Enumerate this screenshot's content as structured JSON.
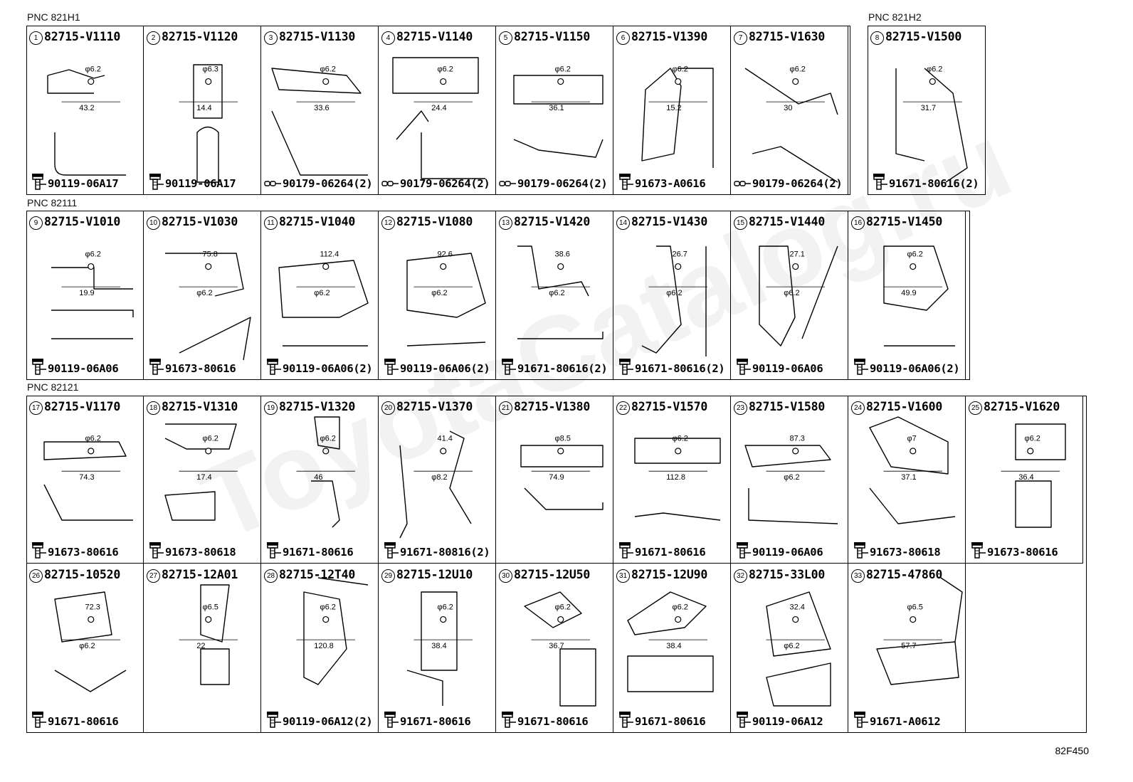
{
  "sections": [
    {
      "label": "PNC 821H1"
    },
    {
      "label": "PNC 821H2"
    },
    {
      "label": "PNC 82111"
    },
    {
      "label": "PNC 82121"
    }
  ],
  "parts": [
    {
      "num": "1",
      "pn": "82715-V1110",
      "fastener": "90119-06A17",
      "ftype": "bolt",
      "dims": [
        "φ6.2",
        "43.2"
      ]
    },
    {
      "num": "2",
      "pn": "82715-V1120",
      "fastener": "90119-06A17",
      "ftype": "bolt",
      "dims": [
        "φ6.3",
        "14.4"
      ]
    },
    {
      "num": "3",
      "pn": "82715-V1130",
      "fastener": "90179-06264(2)",
      "ftype": "nut",
      "dims": [
        "φ6.2",
        "33.6"
      ]
    },
    {
      "num": "4",
      "pn": "82715-V1140",
      "fastener": "90179-06264(2)",
      "ftype": "nut",
      "dims": [
        "φ6.2",
        "24.4"
      ]
    },
    {
      "num": "5",
      "pn": "82715-V1150",
      "fastener": "90179-06264(2)",
      "ftype": "nut",
      "dims": [
        "φ6.2",
        "36.1"
      ]
    },
    {
      "num": "6",
      "pn": "82715-V1390",
      "fastener": "91673-A0616",
      "ftype": "bolt",
      "dims": [
        "φ6.2",
        "15.2"
      ]
    },
    {
      "num": "7",
      "pn": "82715-V1630",
      "fastener": "90179-06264(2)",
      "ftype": "nut",
      "dims": [
        "φ6.2",
        "30"
      ]
    },
    {
      "num": "8",
      "pn": "82715-V1500",
      "fastener": "91671-80616(2)",
      "ftype": "bolt",
      "dims": [
        "φ6.2",
        "31.7"
      ]
    },
    {
      "num": "9",
      "pn": "82715-V1010",
      "fastener": "90119-06A06",
      "ftype": "bolt",
      "dims": [
        "φ6.2",
        "19.9"
      ]
    },
    {
      "num": "10",
      "pn": "82715-V1030",
      "fastener": "91673-80616",
      "ftype": "bolt",
      "dims": [
        "75.8",
        "φ6.2"
      ]
    },
    {
      "num": "11",
      "pn": "82715-V1040",
      "fastener": "90119-06A06(2)",
      "ftype": "bolt",
      "dims": [
        "112.4",
        "φ6.2"
      ]
    },
    {
      "num": "12",
      "pn": "82715-V1080",
      "fastener": "90119-06A06(2)",
      "ftype": "bolt",
      "dims": [
        "92.6",
        "φ6.2"
      ]
    },
    {
      "num": "13",
      "pn": "82715-V1420",
      "fastener": "91671-80616(2)",
      "ftype": "bolt",
      "dims": [
        "38.6",
        "φ6.2"
      ]
    },
    {
      "num": "14",
      "pn": "82715-V1430",
      "fastener": "91671-80616(2)",
      "ftype": "bolt",
      "dims": [
        "26.7",
        "φ6.2"
      ]
    },
    {
      "num": "15",
      "pn": "82715-V1440",
      "fastener": "90119-06A06",
      "ftype": "bolt",
      "dims": [
        "27.1",
        "φ6.2"
      ]
    },
    {
      "num": "16",
      "pn": "82715-V1450",
      "fastener": "90119-06A06(2)",
      "ftype": "bolt",
      "dims": [
        "φ6.2",
        "49.9"
      ]
    },
    {
      "num": "17",
      "pn": "82715-V1170",
      "fastener": "91673-80616",
      "ftype": "bolt",
      "dims": [
        "φ6.2",
        "74.3"
      ]
    },
    {
      "num": "18",
      "pn": "82715-V1310",
      "fastener": "91673-80618",
      "ftype": "bolt",
      "dims": [
        "φ6.2",
        "17.4"
      ]
    },
    {
      "num": "19",
      "pn": "82715-V1320",
      "fastener": "91671-80616",
      "ftype": "bolt",
      "dims": [
        "φ6.2",
        "46"
      ]
    },
    {
      "num": "20",
      "pn": "82715-V1370",
      "fastener": "91671-80816(2)",
      "ftype": "bolt",
      "dims": [
        "41.4",
        "φ8.2"
      ]
    },
    {
      "num": "21",
      "pn": "82715-V1380",
      "fastener": "",
      "ftype": "none",
      "dims": [
        "φ8.5",
        "74.9"
      ]
    },
    {
      "num": "22",
      "pn": "82715-V1570",
      "fastener": "91671-80616",
      "ftype": "bolt",
      "dims": [
        "φ6.2",
        "112.8"
      ]
    },
    {
      "num": "23",
      "pn": "82715-V1580",
      "fastener": "90119-06A06",
      "ftype": "bolt",
      "dims": [
        "87.3",
        "φ6.2"
      ]
    },
    {
      "num": "24",
      "pn": "82715-V1600",
      "fastener": "91673-80618",
      "ftype": "bolt",
      "dims": [
        "φ7",
        "37.1"
      ]
    },
    {
      "num": "25",
      "pn": "82715-V1620",
      "fastener": "91673-80616",
      "ftype": "bolt",
      "dims": [
        "φ6.2",
        "36.4"
      ]
    },
    {
      "num": "26",
      "pn": "82715-10520",
      "fastener": "91671-80616",
      "ftype": "bolt",
      "dims": [
        "72.3",
        "φ6.2"
      ]
    },
    {
      "num": "27",
      "pn": "82715-12A01",
      "fastener": "",
      "ftype": "none",
      "dims": [
        "φ6.5",
        "22"
      ]
    },
    {
      "num": "28",
      "pn": "82715-12T40",
      "fastener": "90119-06A12(2)",
      "ftype": "bolt",
      "dims": [
        "φ6.2",
        "120.8"
      ]
    },
    {
      "num": "29",
      "pn": "82715-12U10",
      "fastener": "91671-80616",
      "ftype": "bolt",
      "dims": [
        "φ6.2",
        "38.4"
      ]
    },
    {
      "num": "30",
      "pn": "82715-12U50",
      "fastener": "91671-80616",
      "ftype": "bolt",
      "dims": [
        "φ6.2",
        "36.7"
      ]
    },
    {
      "num": "31",
      "pn": "82715-12U90",
      "fastener": "91671-80616",
      "ftype": "bolt",
      "dims": [
        "φ6.2",
        "38.4"
      ]
    },
    {
      "num": "32",
      "pn": "82715-33L00",
      "fastener": "90119-06A12",
      "ftype": "bolt",
      "dims": [
        "32.4",
        "φ6.2"
      ]
    },
    {
      "num": "33",
      "pn": "82715-47860",
      "fastener": "91671-A0612",
      "ftype": "bolt",
      "dims": [
        "φ6.5",
        "57.7"
      ]
    }
  ],
  "diagram_code": "82F450",
  "watermark": "ToyotaCatalog.ru",
  "icons": {
    "bolt": "hex-bolt-icon",
    "nut": "clip-icon"
  }
}
